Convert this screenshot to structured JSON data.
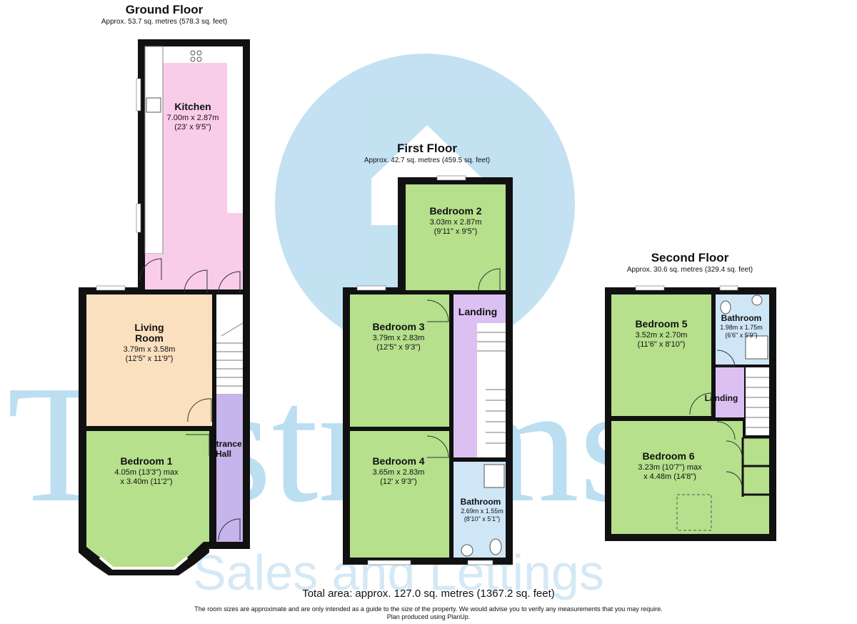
{
  "watermark": {
    "brand": "Tristrams",
    "tagline": "Sales and Lettings",
    "colors": {
      "circle": "#6fb8df",
      "text": "#5fb2de"
    }
  },
  "floors": {
    "ground": {
      "title": "Ground Floor",
      "area": "Approx. 53.7 sq. metres (578.3 sq. feet)"
    },
    "first": {
      "title": "First Floor",
      "area": "Approx. 42.7 sq. metres (459.5 sq. feet)"
    },
    "second": {
      "title": "Second Floor",
      "area": "Approx. 30.6 sq. metres (329.4 sq. feet)"
    }
  },
  "rooms": {
    "kitchen": {
      "name": "Kitchen",
      "metric": "7.00m x 2.87m",
      "imperial": "(23' x 9'5\")"
    },
    "living": {
      "name1": "Living",
      "name2": "Room",
      "metric": "3.79m x 3.58m",
      "imperial": "(12'5\" x 11'9\")"
    },
    "bedroom1": {
      "name": "Bedroom 1",
      "metric": "4.05m (13'3\") max",
      "imperial": "x 3.40m (11'2\")"
    },
    "hall": {
      "name1": "Entrance",
      "name2": "Hall"
    },
    "bedroom2": {
      "name": "Bedroom 2",
      "metric": "3.03m x 2.87m",
      "imperial": "(9'11\" x 9'5\")"
    },
    "bedroom3": {
      "name": "Bedroom 3",
      "metric": "3.79m x 2.83m",
      "imperial": "(12'5\" x 9'3\")"
    },
    "bedroom4": {
      "name": "Bedroom 4",
      "metric": "3.65m x 2.83m",
      "imperial": "(12' x 9'3\")"
    },
    "landing1": {
      "name": "Landing"
    },
    "bathroom1": {
      "name": "Bathroom",
      "metric": "2.69m x 1.55m",
      "imperial": "(8'10\" x 5'1\")"
    },
    "bedroom5": {
      "name": "Bedroom 5",
      "metric": "3.52m x 2.70m",
      "imperial": "(11'6\" x 8'10\")"
    },
    "bathroom2": {
      "name": "Bathroom",
      "metric": "1.98m x 1.75m",
      "imperial": "(6'6\" x 5'9\")"
    },
    "landing2": {
      "name": "Landing"
    },
    "bedroom6": {
      "name": "Bedroom 6",
      "metric": "3.23m (10'7\") max",
      "imperial": "x 4.48m (14'8\")"
    }
  },
  "room_colors": {
    "kitchen": "#f9cdea",
    "living": "#fbe0c0",
    "bedroom": "#b6e08c",
    "hall": "#c6b4ec",
    "landing": "#dcc0f2",
    "bathroom": "#cfe6f7",
    "wall": "#111111"
  },
  "footer": {
    "total": "Total area: approx. 127.0 sq. metres (1367.2 sq. feet)",
    "disclaimer": "The room sizes are approximate and are only intended as a guide to the size of the property. We would advise you to verify any measurements that you may require.",
    "credit": "Plan produced using PlanUp."
  }
}
